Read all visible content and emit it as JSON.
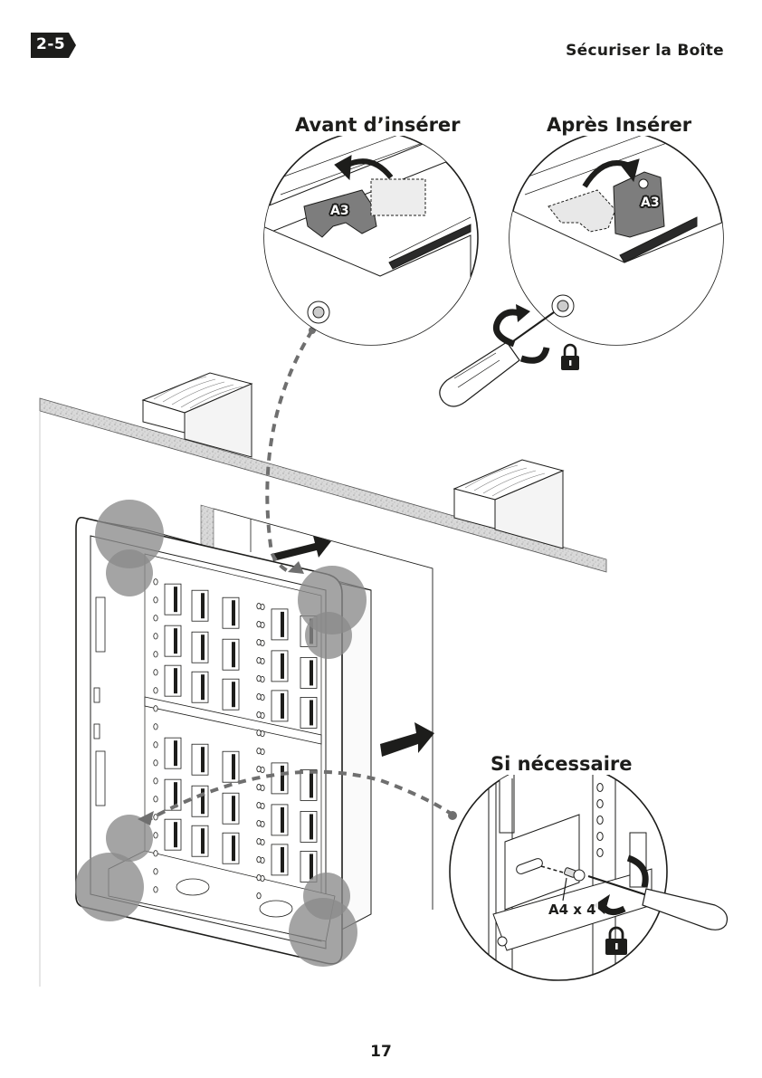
{
  "header": {
    "step_number": "2-5",
    "section_title": "Sécuriser la Boîte"
  },
  "callouts": {
    "before": {
      "title": "Avant d’insérer",
      "part_label": "A3",
      "rotation": "counterclockwise"
    },
    "after": {
      "title": "Après Insérer",
      "part_label": "A3",
      "rotation": "clockwise",
      "tool": "screwdriver",
      "status_icon": "lock-icon"
    },
    "optional": {
      "title": "Si nécessaire",
      "screw_label": "A4 x 4",
      "tool": "screwdriver",
      "status_icon": "lock-icon"
    }
  },
  "main_scene": {
    "elements": [
      "wall-panel",
      "wooden-studs",
      "flush-mount-enclosure",
      "insertion-arrows",
      "highlighted-fixing-points"
    ],
    "highlight_color": "#8a8a8a",
    "ink_color": "#1d1d1b",
    "fixing_points_highlighted": 8
  },
  "footer": {
    "page_number": "17"
  }
}
